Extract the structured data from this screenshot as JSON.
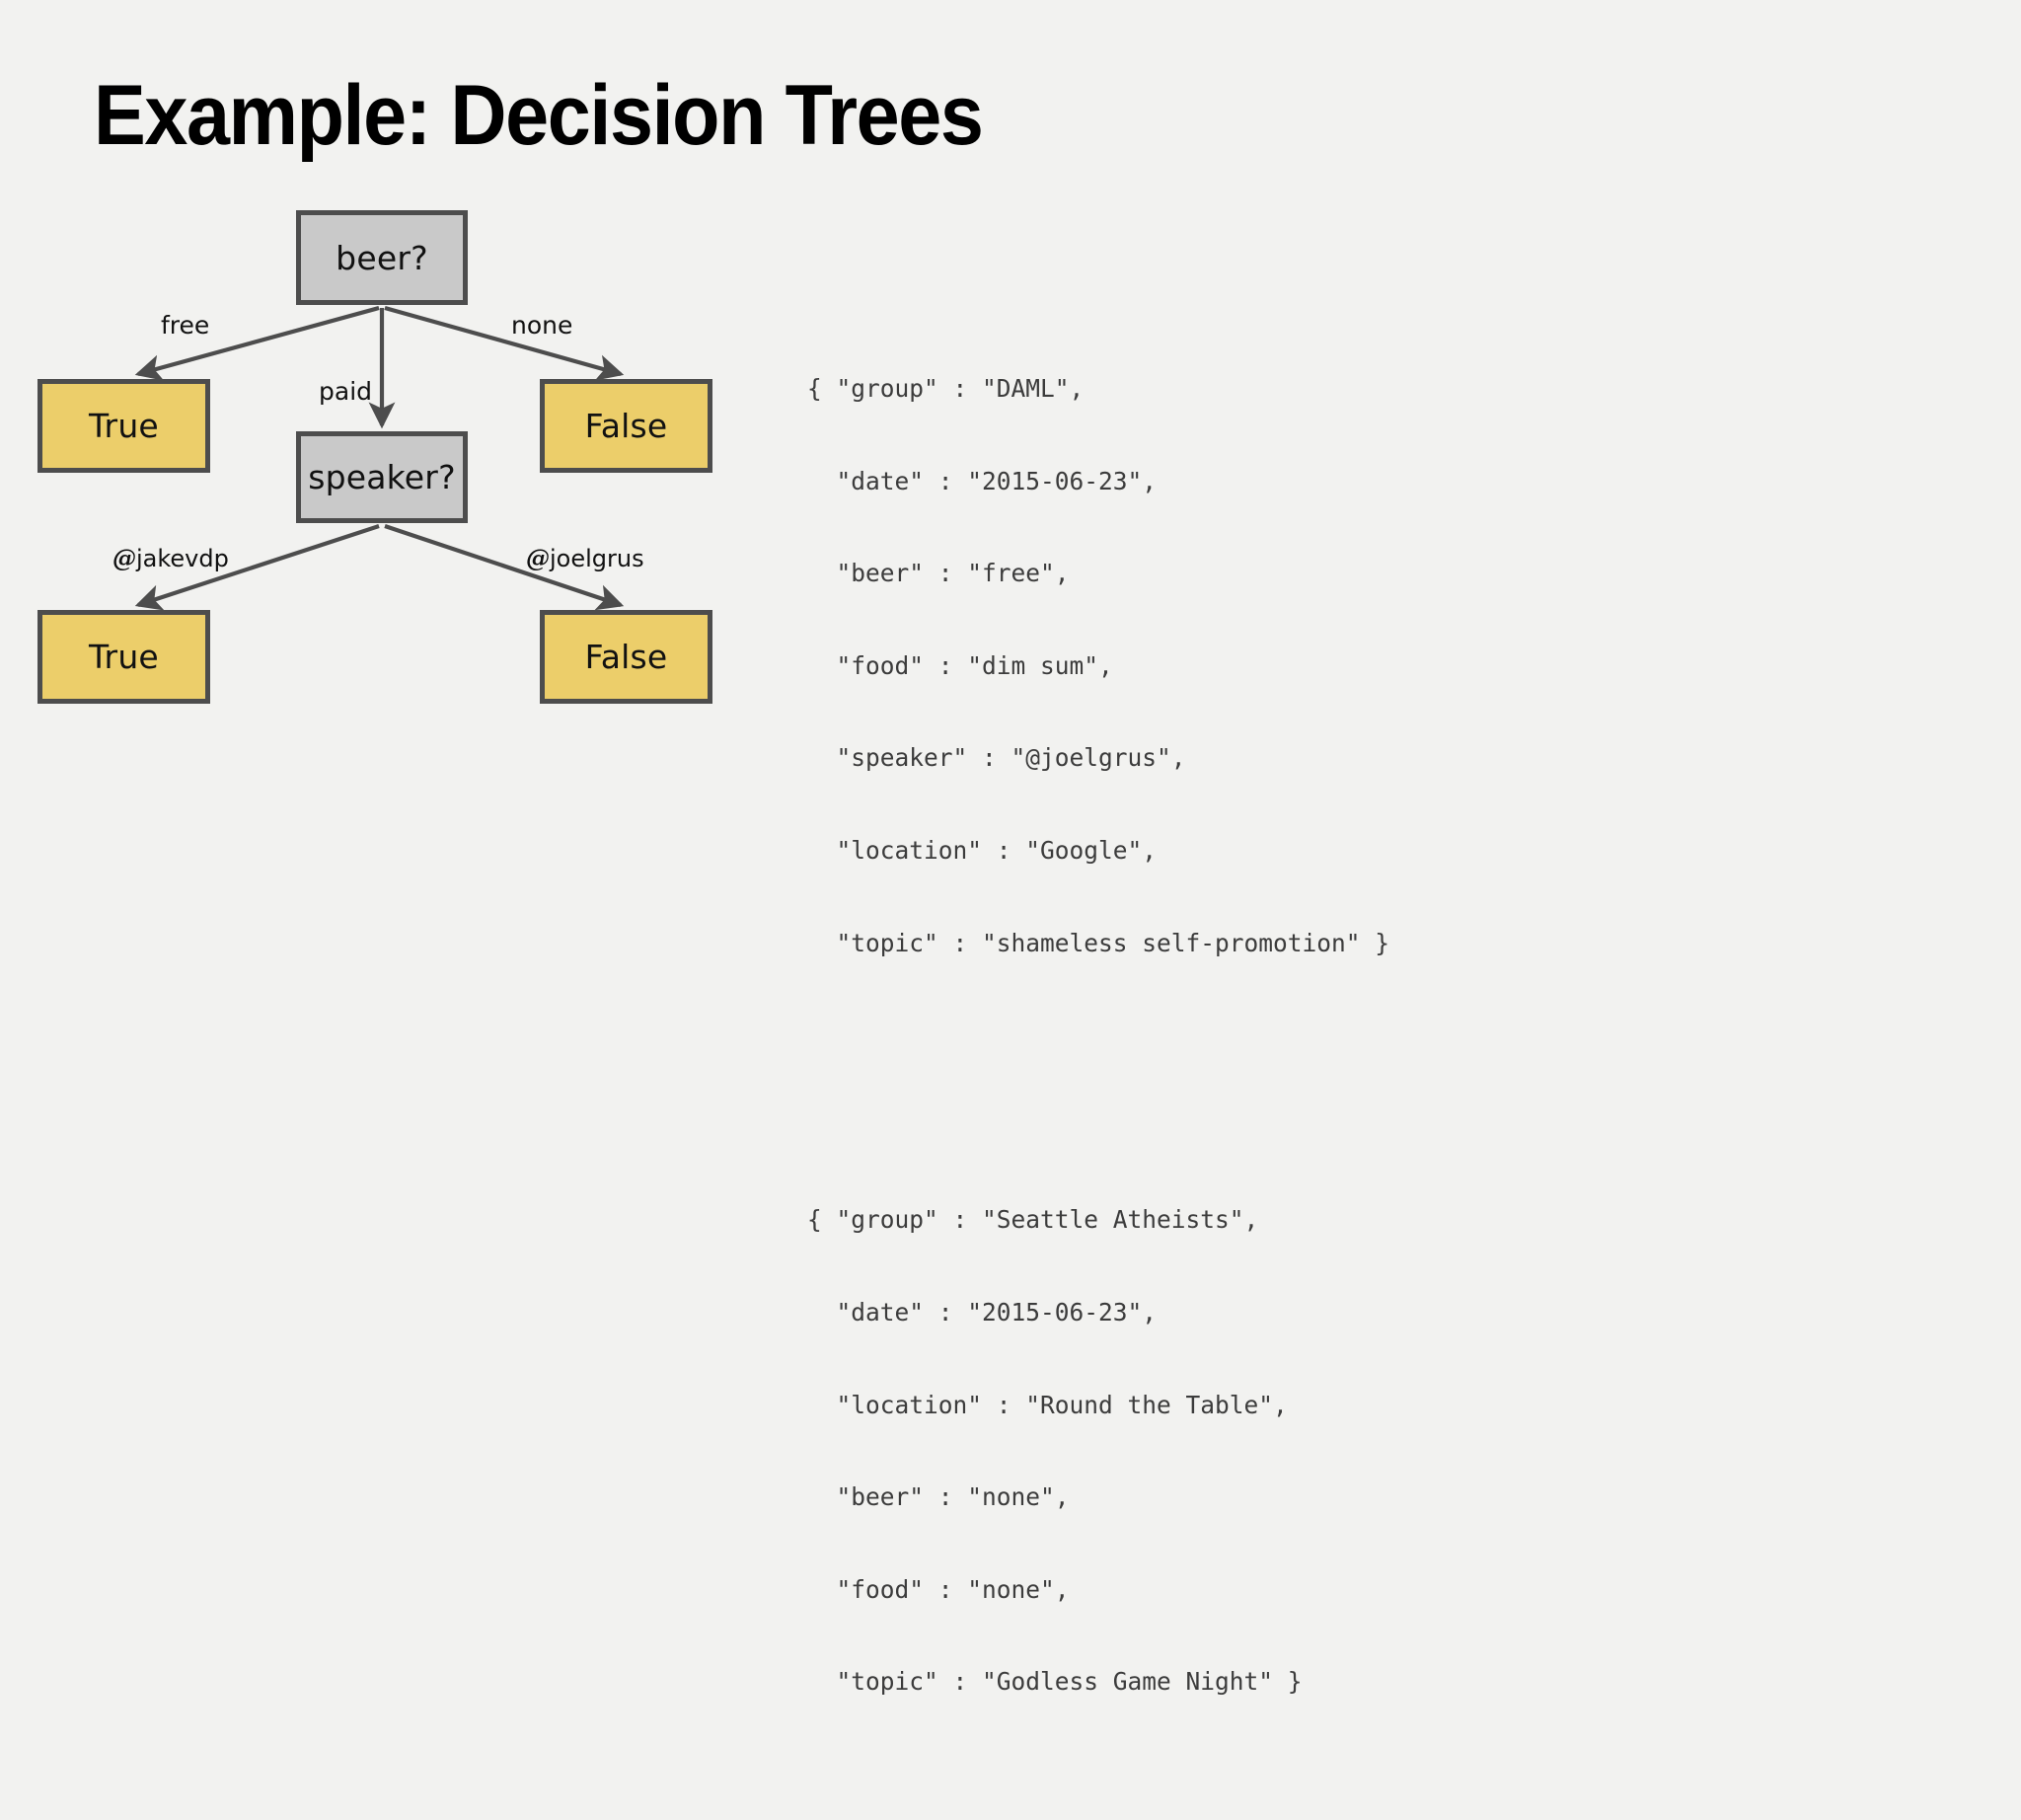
{
  "slide": {
    "title": "Example: Decision Trees",
    "background_color": "#f2f2f0"
  },
  "colors": {
    "decision_node_fill": "#c9c9c9",
    "leaf_node_fill": "#ecce6a",
    "node_border": "#4d4d4d",
    "edge_stroke": "#4d4d4d",
    "code_text": "#3c3c3c",
    "title_text": "#000000"
  },
  "tree": {
    "nodes": [
      {
        "id": "beer",
        "label": "beer?",
        "type": "decision"
      },
      {
        "id": "speaker",
        "label": "speaker?",
        "type": "decision"
      },
      {
        "id": "true1",
        "label": "True",
        "type": "leaf"
      },
      {
        "id": "false1",
        "label": "False",
        "type": "leaf"
      },
      {
        "id": "true2",
        "label": "True",
        "type": "leaf"
      },
      {
        "id": "false2",
        "label": "False",
        "type": "leaf"
      }
    ],
    "edges": [
      {
        "from": "beer",
        "to": "true1",
        "label": "free"
      },
      {
        "from": "beer",
        "to": "speaker",
        "label": "paid"
      },
      {
        "from": "beer",
        "to": "false1",
        "label": "none"
      },
      {
        "from": "speaker",
        "to": "true2",
        "label": "@jakevdp",
        "at": "@",
        "rest": "jakevdp"
      },
      {
        "from": "speaker",
        "to": "false2",
        "label": "@joelgrus",
        "at": "@",
        "rest": "joelgrus"
      }
    ]
  },
  "code_panel": {
    "records": [
      {
        "lines": [
          "{ \"group\" : \"DAML\",",
          "  \"date\" : \"2015-06-23\",",
          "  \"beer\" : \"free\",",
          "  \"food\" : \"dim sum\",",
          "  \"speaker\" : \"@joelgrus\",",
          "  \"location\" : \"Google\",",
          "  \"topic\" : \"shameless self-promotion\" }"
        ]
      },
      {
        "lines": [
          "{ \"group\" : \"Seattle Atheists\",",
          "  \"date\" : \"2015-06-23\",",
          "  \"location\" : \"Round the Table\",",
          "  \"beer\" : \"none\",",
          "  \"food\" : \"none\",",
          "  \"topic\" : \"Godless Game Night\" }"
        ]
      }
    ]
  }
}
